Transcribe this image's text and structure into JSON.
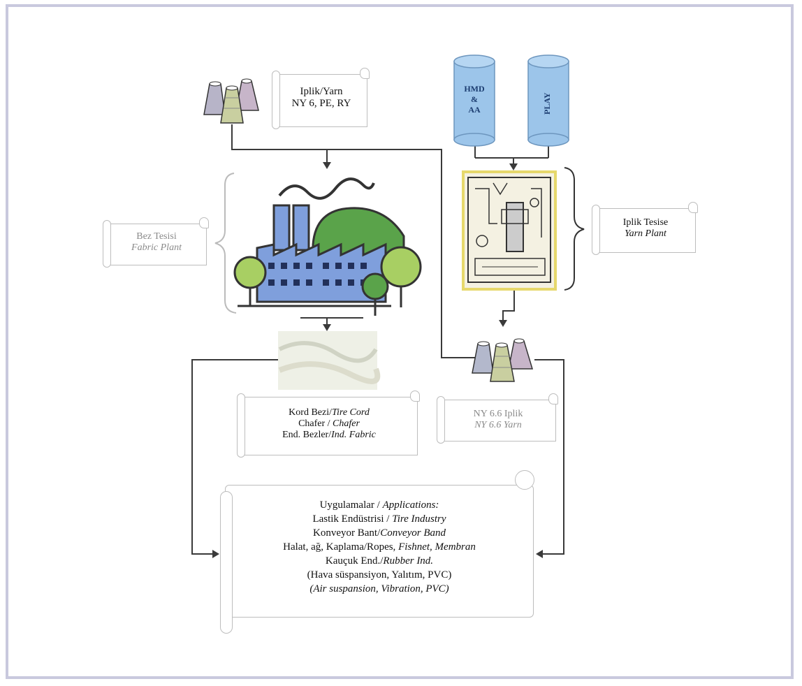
{
  "yarn_box": {
    "line1": "Iplik/Yarn",
    "line2": "NY 6, PE, RY"
  },
  "tanks": [
    {
      "lines": [
        "HMD",
        "&",
        "AA"
      ]
    },
    {
      "lines": [
        "PLAY"
      ]
    }
  ],
  "fabric_plant_box": {
    "line1": "Bez Tesisi",
    "line2": "Fabric Plant"
  },
  "yarn_plant_box": {
    "line1": "Iplik Tesise",
    "line2": "Yarn Plant"
  },
  "products_box": {
    "line1_tr": "Kord Bezi/",
    "line1_en": "Tire Cord",
    "line2_tr": "Chafer / ",
    "line2_en": "Chafer",
    "line3_tr": "End. Bezler/",
    "line3_en": "Ind. Fabric"
  },
  "ny66_box": {
    "line1": "NY 6.6 Iplik",
    "line2": "NY 6.6 Yarn"
  },
  "applications": {
    "title_tr": "Uygulamalar / ",
    "title_en": "Applications:",
    "l2_tr": "Lastik Endüstrisi / ",
    "l2_en": "Tire Industry",
    "l3_tr": "Konveyor Bant/",
    "l3_en": "Conveyor Band",
    "l4_tr": "Halat, ağ, Kaplama/Ropes, ",
    "l4_en": "Fishnet, Membran",
    "l5_tr": "Kauçuk End./",
    "l5_en": "Rubber Ind.",
    "l6": "(Hava süspansiyon, Yalıtım, PVC)",
    "l7": "(Air suspansion, Vibration, PVC)"
  },
  "colors": {
    "tank_blue": "#9cc5ea",
    "factory_blue": "#7f9fdc",
    "tree_green": "#a8cf63",
    "dark_green": "#5aa34a",
    "line": "#3a3a3a"
  }
}
